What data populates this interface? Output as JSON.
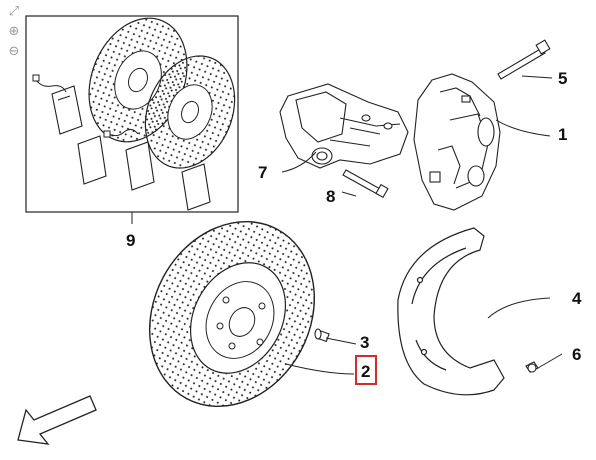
{
  "toolbar": {
    "icons": [
      "expand-icon",
      "zoom-in-icon",
      "zoom-out-icon"
    ],
    "glyphs": {
      "expand": "⤢",
      "zoom_in": "⊕",
      "zoom_out": "⊖"
    }
  },
  "callouts": {
    "c1": "1",
    "c2": "2",
    "c3": "3",
    "c4": "4",
    "c5": "5",
    "c6": "6",
    "c7": "7",
    "c8": "8",
    "c9": "9"
  },
  "selected_callout": "2",
  "colors": {
    "line": "#1a1a1a",
    "highlight": "#d42a2a"
  }
}
